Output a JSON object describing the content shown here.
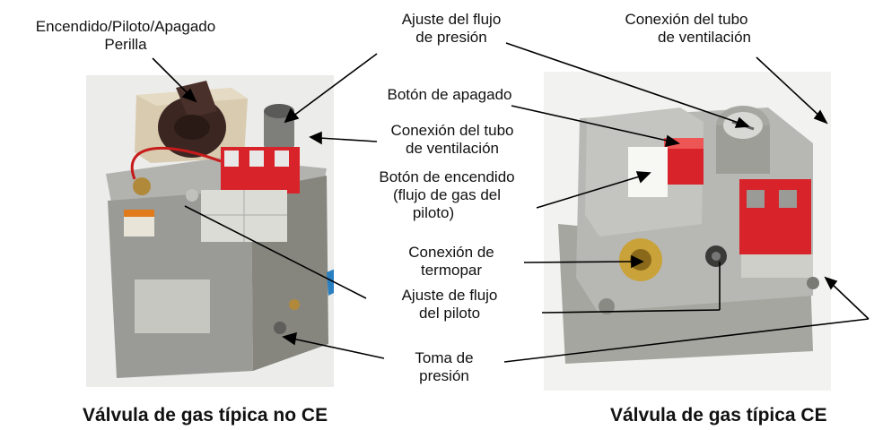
{
  "labels": {
    "knob": [
      "Encendido/Piloto/Apagado",
      "Perilla"
    ],
    "pressure_adjust": [
      "Ajuste del flujo",
      "de presión"
    ],
    "vent_right": [
      "Conexión del tubo",
      "de ventilación"
    ],
    "off_button": [
      "Botón de apagado"
    ],
    "vent_center": [
      "Conexión del tubo",
      "de ventilación"
    ],
    "on_button": [
      "Botón de encendido",
      "(flujo de gas del",
      "piloto)"
    ],
    "thermocouple": [
      "Conexión de",
      "termopar"
    ],
    "pilot_adjust": [
      "Ajuste de flujo",
      "del piloto"
    ],
    "pressure_tap": [
      "Toma de",
      "presión"
    ]
  },
  "captions": {
    "left": "Válvula de gas típica no CE",
    "right": "Válvula de gas típica CE"
  },
  "colors": {
    "valve_red": "#d8232a",
    "body_gray": "#9a9a96",
    "knob_brown": "#3b2622",
    "brass": "#c9a23a"
  }
}
